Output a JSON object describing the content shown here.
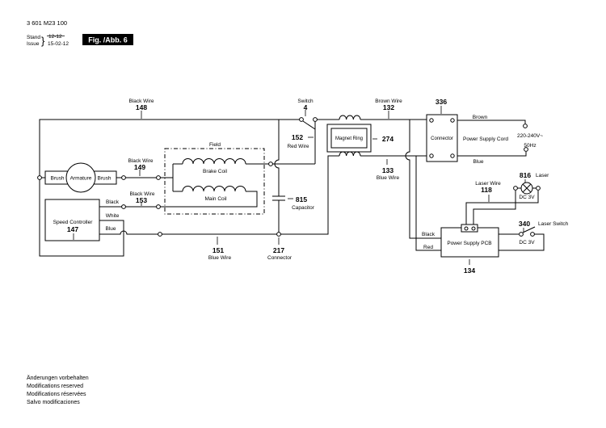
{
  "header": {
    "part_number": "3 601 M23 100",
    "stand": "Stand",
    "issue": "Issue",
    "old_date": "12-12",
    "date": "15-02-12",
    "fig": "Fig. /Abb. 6"
  },
  "motor": {
    "brush_left": "Brush",
    "armature": "Armature",
    "brush_right": "Brush"
  },
  "speed_controller": {
    "label": "Speed Controller",
    "number": "147",
    "black": "Black",
    "white": "White",
    "blue": "Blue"
  },
  "wires": {
    "w148_name": "Black Wire",
    "w148_num": "148",
    "w149_name": "Black Wire",
    "w149_num": "149",
    "w153_name": "Black Wire",
    "w153_num": "153",
    "w151_num": "151",
    "w151_name": "Blue Wire",
    "w133_num": "133",
    "w133_name": "Blue Wire",
    "w132_name": "Brown Wire",
    "w132_num": "132",
    "w152_num": "152",
    "w152_name": "Red Wire",
    "w118_name": "Laser Wire",
    "w118_num": "118"
  },
  "field": {
    "label": "Field",
    "brake_coil": "Brake Coil",
    "main_coil": "Main Coil"
  },
  "switch4": {
    "label": "Switch",
    "number": "4"
  },
  "capacitor": {
    "number": "815",
    "label": "Capacitor"
  },
  "connector217": {
    "number": "217",
    "label": "Connector"
  },
  "magnet_ring": {
    "label": "Magnet Ring",
    "number": "274"
  },
  "connector336": {
    "number": "336",
    "label": "Connector"
  },
  "power": {
    "cord": "Power Supply Cord",
    "brown": "Brown",
    "blue": "Blue",
    "voltage": "220-240V~",
    "freq": "50Hz"
  },
  "laser": {
    "number": "816",
    "label": "Laser",
    "dc": "DC 3V"
  },
  "laser_switch": {
    "number": "340",
    "label": "Laser Switch",
    "dc": "DC 3V"
  },
  "pcb": {
    "label": "Power Supply PCB",
    "number": "134",
    "black": "Black",
    "red": "Red"
  },
  "footer": {
    "lines": [
      "Änderungen vorbehalten",
      "Modifications reserved",
      "Modifications réservées",
      "Salvo modificaciones"
    ]
  }
}
